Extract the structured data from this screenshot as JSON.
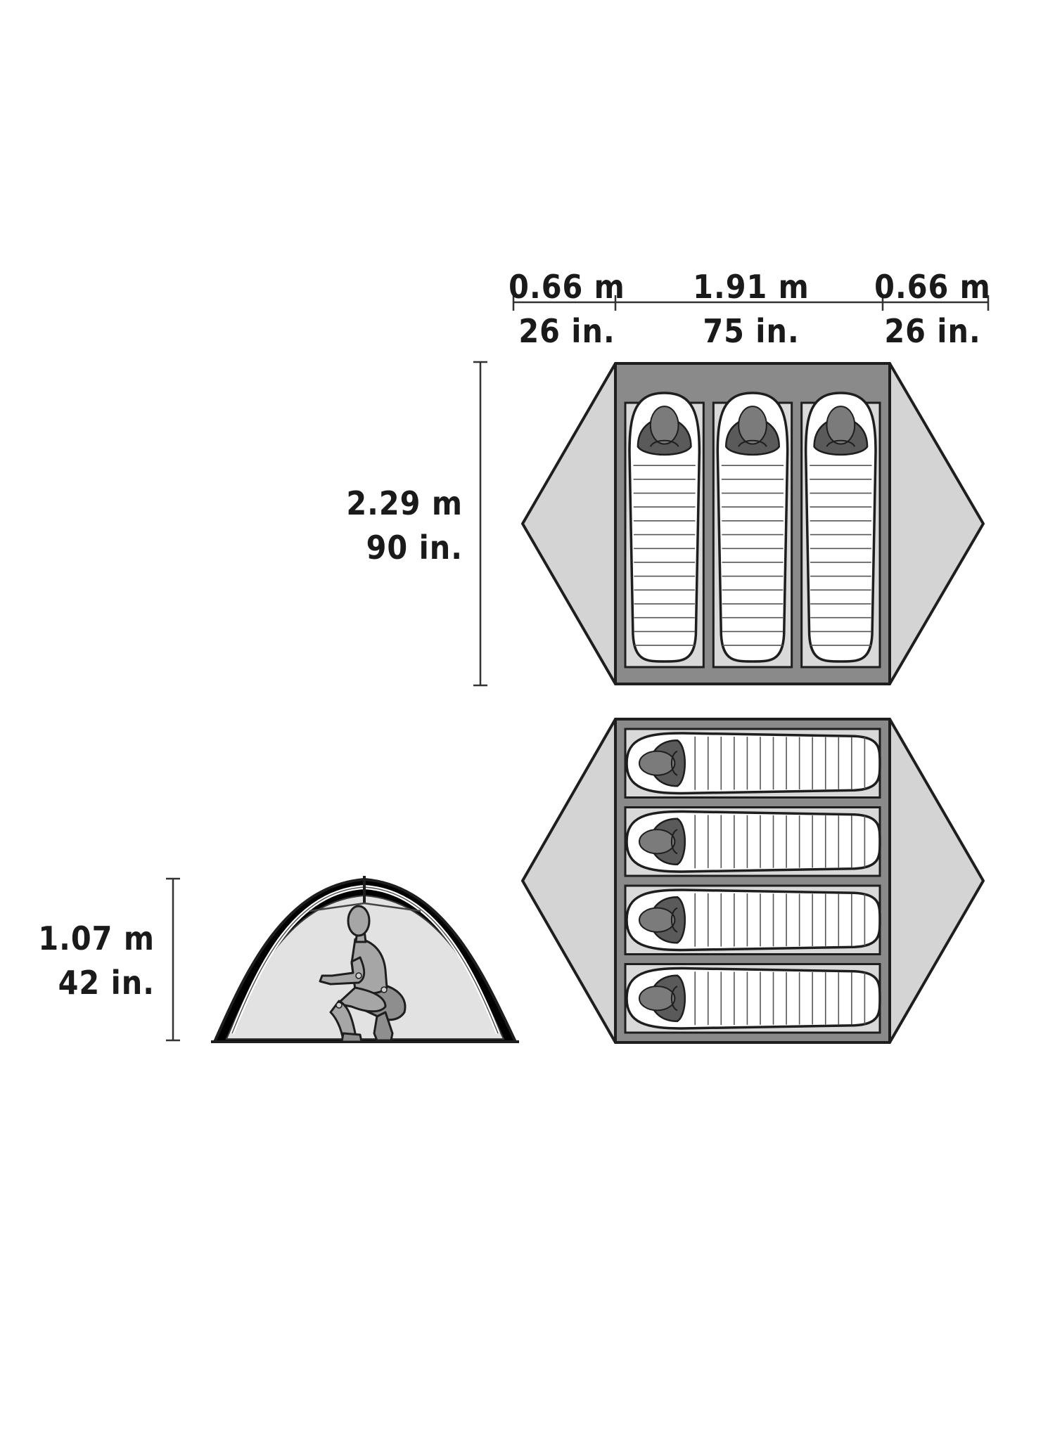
{
  "dimensions": {
    "vestibule_left": {
      "metric": "0.66 m",
      "imperial": "26 in."
    },
    "floor_width": {
      "metric": "1.91 m",
      "imperial": "75 in."
    },
    "vestibule_right": {
      "metric": "0.66 m",
      "imperial": "26 in."
    },
    "floor_length": {
      "metric": "2.29 m",
      "imperial": "90 in."
    },
    "peak_height": {
      "metric": "1.07 m",
      "imperial": "42 in."
    }
  },
  "colors": {
    "vestibule": "#d4d4d4",
    "floor": "#8a8a8a",
    "pad": "#d9d9d9",
    "bag": "#ffffff",
    "head": "#7b7b7b",
    "person": "#9c9c9c",
    "outline": "#1e1e1e"
  },
  "layouts": {
    "three_person": {
      "sleepers": 3,
      "orientation": "vertical"
    },
    "four_person": {
      "sleepers": 4,
      "orientation": "horizontal"
    }
  },
  "icons": {
    "side_view": "tent-side-view-icon",
    "person": "crouching-person-icon",
    "sleeping_bag": "sleeping-bag-icon"
  }
}
